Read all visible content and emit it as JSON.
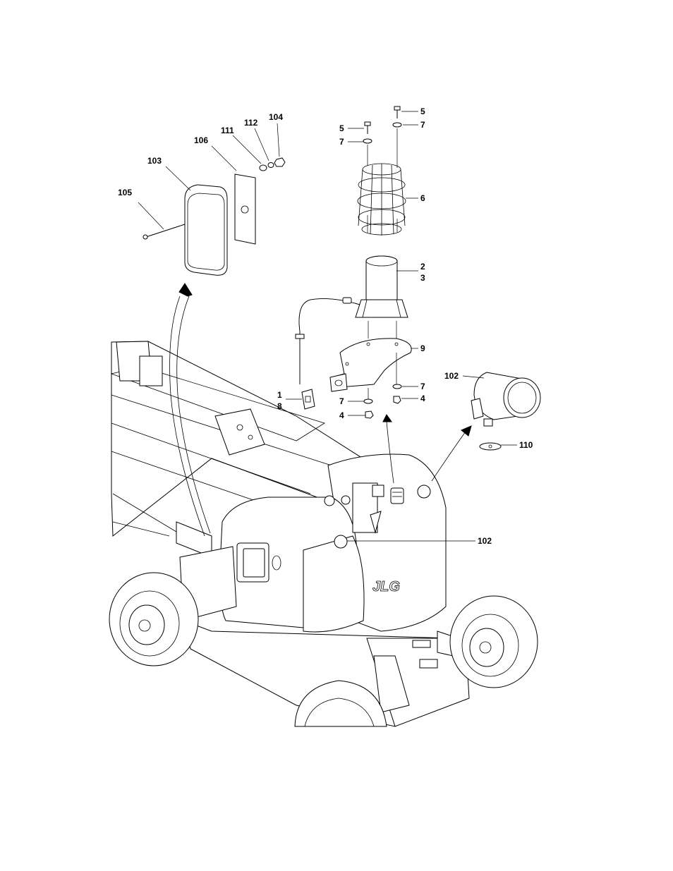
{
  "labels": [
    {
      "id": "105",
      "text": "105"
    },
    {
      "id": "103",
      "text": "103"
    },
    {
      "id": "106",
      "text": "106"
    },
    {
      "id": "111",
      "text": "111"
    },
    {
      "id": "112",
      "text": "112"
    },
    {
      "id": "104",
      "text": "104"
    },
    {
      "id": "5a",
      "text": "5"
    },
    {
      "id": "7a",
      "text": "7"
    },
    {
      "id": "5b",
      "text": "5"
    },
    {
      "id": "7b",
      "text": "7"
    },
    {
      "id": "6",
      "text": "6"
    },
    {
      "id": "2",
      "text": "2"
    },
    {
      "id": "3",
      "text": "3"
    },
    {
      "id": "9",
      "text": "9"
    },
    {
      "id": "102a",
      "text": "102"
    },
    {
      "id": "1",
      "text": "1"
    },
    {
      "id": "8",
      "text": "8"
    },
    {
      "id": "7c",
      "text": "7"
    },
    {
      "id": "7d",
      "text": "7"
    },
    {
      "id": "4a",
      "text": "4"
    },
    {
      "id": "4b",
      "text": "4"
    },
    {
      "id": "110",
      "text": "110"
    },
    {
      "id": "102b",
      "text": "102"
    }
  ],
  "machine": {
    "brand_text": "JLG"
  }
}
